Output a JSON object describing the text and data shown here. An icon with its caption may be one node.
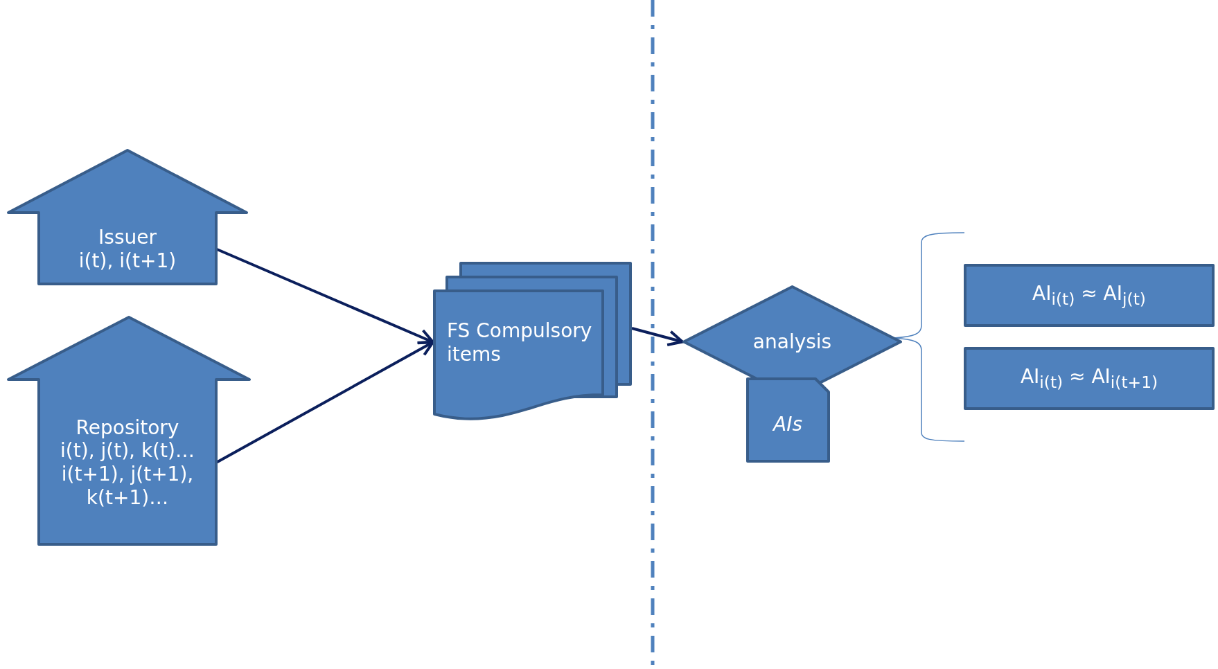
{
  "diagram": {
    "nodes": [
      {
        "text": [
          "Issuer",
          "i(t), i(t+1)"
        ]
      },
      {
        "text": [
          "Repository",
          "i(t), j(t), k(t)… i(t+1), j(t+1), k(t+1)…"
        ]
      },
      {
        "text": [
          "FS Compulsory items"
        ]
      },
      {
        "text": [
          "analysis"
        ]
      },
      {
        "text": [
          "AIs"
        ]
      },
      {
        "text": [
          "AI$_{i(t)}$ ≈ AI$_{j(t)}$"
        ]
      },
      {
        "text": [
          "AI$_{i(t)}$ ≈ AI$_{i(t+1)}$"
        ]
      }
    ],
    "edges": [
      {
        "from": 0,
        "to": 2,
        "arrow": "to"
      },
      {
        "from": 1,
        "to": 2,
        "arrow": "to"
      },
      {
        "from": 2,
        "to": 3,
        "arrow": "to"
      }
    ]
  }
}
